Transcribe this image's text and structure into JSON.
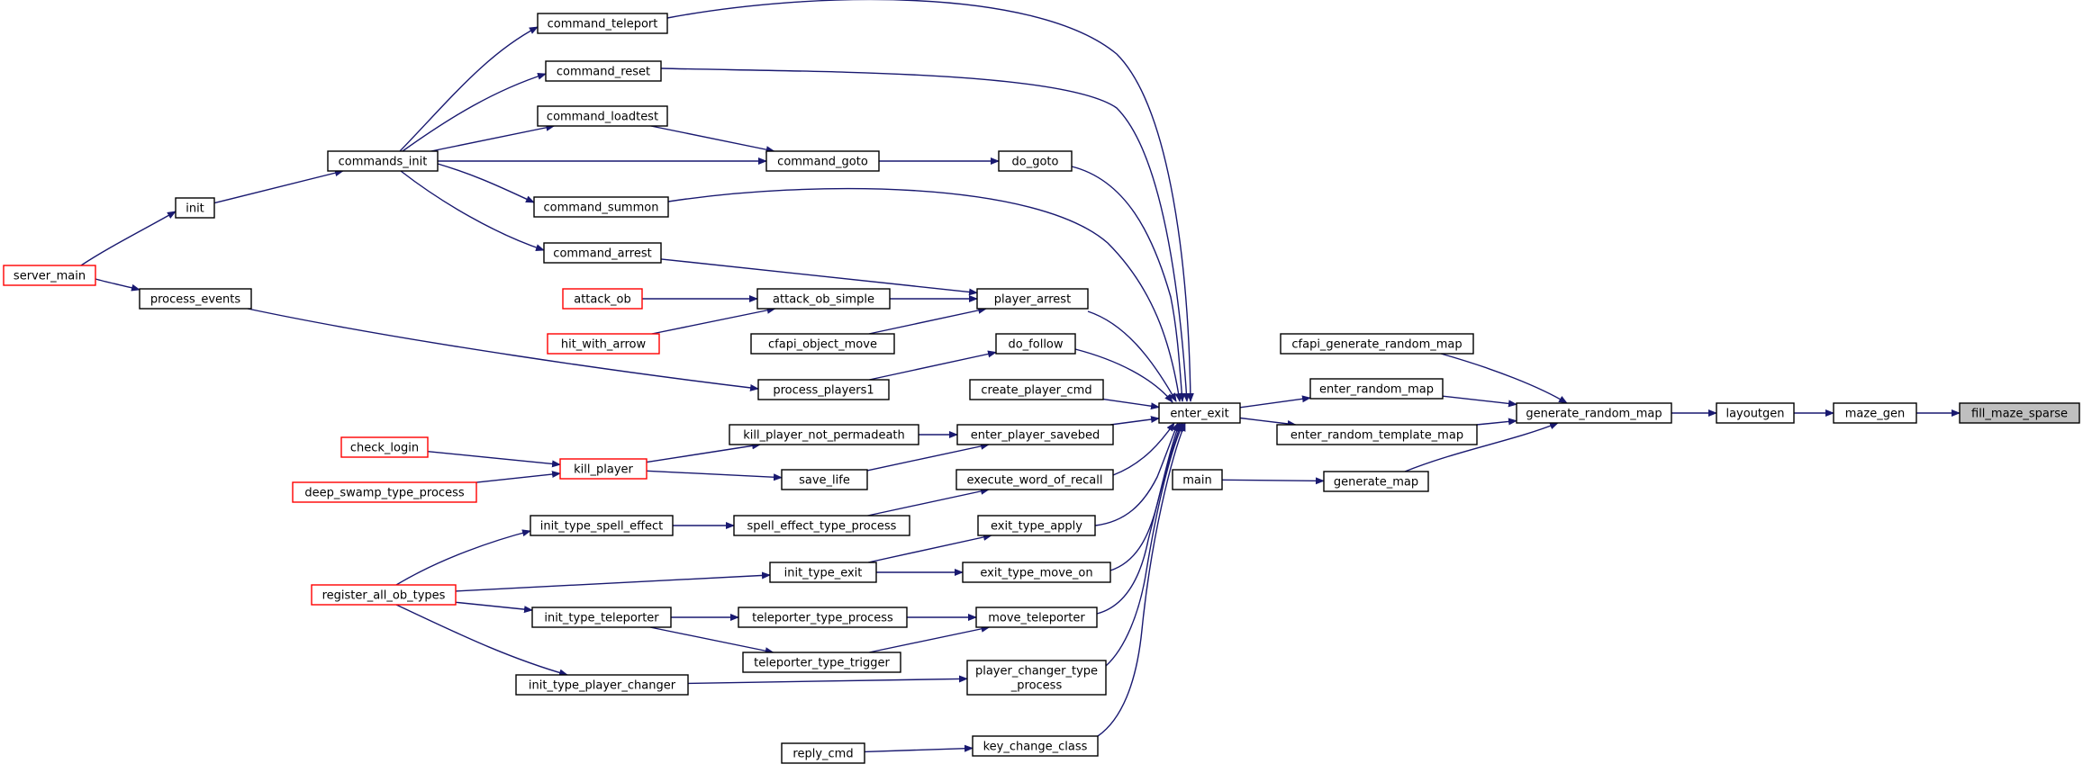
{
  "colors": {
    "edge": "#191970",
    "border": "#000000",
    "truncated_border": "#ff0000",
    "highlight_fill": "#bfbfbf"
  },
  "nodes": [
    {
      "id": "command_teleport",
      "lines": [
        "command_teleport"
      ]
    },
    {
      "id": "command_reset",
      "lines": [
        "command_reset"
      ]
    },
    {
      "id": "command_loadtest",
      "lines": [
        "command_loadtest"
      ]
    },
    {
      "id": "commands_init",
      "lines": [
        "commands_init"
      ]
    },
    {
      "id": "command_goto",
      "lines": [
        "command_goto"
      ]
    },
    {
      "id": "do_goto",
      "lines": [
        "do_goto"
      ]
    },
    {
      "id": "init",
      "lines": [
        "init"
      ]
    },
    {
      "id": "command_summon",
      "lines": [
        "command_summon"
      ]
    },
    {
      "id": "command_arrest",
      "lines": [
        "command_arrest"
      ]
    },
    {
      "id": "server_main",
      "lines": [
        "server_main"
      ],
      "red": true
    },
    {
      "id": "process_events",
      "lines": [
        "process_events"
      ]
    },
    {
      "id": "attack_ob",
      "lines": [
        "attack_ob"
      ],
      "red": true
    },
    {
      "id": "attack_ob_simple",
      "lines": [
        "attack_ob_simple"
      ]
    },
    {
      "id": "player_arrest",
      "lines": [
        "player_arrest"
      ]
    },
    {
      "id": "hit_with_arrow",
      "lines": [
        "hit_with_arrow"
      ],
      "red": true
    },
    {
      "id": "cfapi_object_move",
      "lines": [
        "cfapi_object_move"
      ]
    },
    {
      "id": "do_follow",
      "lines": [
        "do_follow"
      ]
    },
    {
      "id": "cfapi_generate_random_map",
      "lines": [
        "cfapi_generate_random_map"
      ]
    },
    {
      "id": "process_players1",
      "lines": [
        "process_players1"
      ]
    },
    {
      "id": "enter_random_map",
      "lines": [
        "enter_random_map"
      ]
    },
    {
      "id": "create_player_cmd",
      "lines": [
        "create_player_cmd"
      ]
    },
    {
      "id": "enter_exit",
      "lines": [
        "enter_exit"
      ]
    },
    {
      "id": "generate_random_map",
      "lines": [
        "generate_random_map"
      ]
    },
    {
      "id": "layoutgen",
      "lines": [
        "layoutgen"
      ]
    },
    {
      "id": "maze_gen",
      "lines": [
        "maze_gen"
      ]
    },
    {
      "id": "fill_maze_sparse",
      "lines": [
        "fill_maze_sparse"
      ],
      "highlight": true
    },
    {
      "id": "kill_player_not_permadeath",
      "lines": [
        "kill_player_not_permadeath"
      ]
    },
    {
      "id": "enter_player_savebed",
      "lines": [
        "enter_player_savebed"
      ]
    },
    {
      "id": "enter_random_template_map",
      "lines": [
        "enter_random_template_map"
      ]
    },
    {
      "id": "check_login",
      "lines": [
        "check_login"
      ],
      "red": true
    },
    {
      "id": "kill_player",
      "lines": [
        "kill_player"
      ],
      "red": true
    },
    {
      "id": "save_life",
      "lines": [
        "save_life"
      ]
    },
    {
      "id": "execute_word_of_recall",
      "lines": [
        "execute_word_of_recall"
      ]
    },
    {
      "id": "main",
      "lines": [
        "main"
      ]
    },
    {
      "id": "generate_map",
      "lines": [
        "generate_map"
      ]
    },
    {
      "id": "deep_swamp_type_process",
      "lines": [
        "deep_swamp_type_process"
      ],
      "red": true
    },
    {
      "id": "init_type_spell_effect",
      "lines": [
        "init_type_spell_effect"
      ]
    },
    {
      "id": "spell_effect_type_process",
      "lines": [
        "spell_effect_type_process"
      ]
    },
    {
      "id": "exit_type_apply",
      "lines": [
        "exit_type_apply"
      ]
    },
    {
      "id": "init_type_exit",
      "lines": [
        "init_type_exit"
      ]
    },
    {
      "id": "exit_type_move_on",
      "lines": [
        "exit_type_move_on"
      ]
    },
    {
      "id": "register_all_ob_types",
      "lines": [
        "register_all_ob_types"
      ],
      "red": true
    },
    {
      "id": "init_type_teleporter",
      "lines": [
        "init_type_teleporter"
      ]
    },
    {
      "id": "teleporter_type_process",
      "lines": [
        "teleporter_type_process"
      ]
    },
    {
      "id": "move_teleporter",
      "lines": [
        "move_teleporter"
      ]
    },
    {
      "id": "teleporter_type_trigger",
      "lines": [
        "teleporter_type_trigger"
      ]
    },
    {
      "id": "init_type_player_changer",
      "lines": [
        "init_type_player_changer"
      ]
    },
    {
      "id": "player_changer_type_process",
      "lines": [
        "player_changer_type",
        "_process"
      ]
    },
    {
      "id": "reply_cmd",
      "lines": [
        "reply_cmd"
      ]
    },
    {
      "id": "key_change_class",
      "lines": [
        "key_change_class"
      ]
    }
  ],
  "edges": [
    [
      "maze_gen",
      "fill_maze_sparse"
    ],
    [
      "layoutgen",
      "maze_gen"
    ],
    [
      "generate_random_map",
      "layoutgen"
    ],
    [
      "cfapi_generate_random_map",
      "generate_random_map"
    ],
    [
      "enter_random_map",
      "generate_random_map"
    ],
    [
      "enter_random_template_map",
      "generate_random_map"
    ],
    [
      "generate_map",
      "generate_random_map"
    ],
    [
      "main",
      "generate_map"
    ],
    [
      "enter_exit",
      "enter_random_map"
    ],
    [
      "enter_exit",
      "enter_random_template_map"
    ],
    [
      "command_teleport",
      "enter_exit"
    ],
    [
      "command_reset",
      "enter_exit"
    ],
    [
      "do_goto",
      "enter_exit"
    ],
    [
      "command_summon",
      "enter_exit"
    ],
    [
      "player_arrest",
      "enter_exit"
    ],
    [
      "do_follow",
      "enter_exit"
    ],
    [
      "create_player_cmd",
      "enter_exit"
    ],
    [
      "enter_player_savebed",
      "enter_exit"
    ],
    [
      "execute_word_of_recall",
      "enter_exit"
    ],
    [
      "exit_type_apply",
      "enter_exit"
    ],
    [
      "exit_type_move_on",
      "enter_exit"
    ],
    [
      "move_teleporter",
      "enter_exit"
    ],
    [
      "player_changer_type_process",
      "enter_exit"
    ],
    [
      "key_change_class",
      "enter_exit"
    ],
    [
      "commands_init",
      "command_teleport"
    ],
    [
      "commands_init",
      "command_reset"
    ],
    [
      "commands_init",
      "command_loadtest"
    ],
    [
      "commands_init",
      "command_goto"
    ],
    [
      "commands_init",
      "command_summon"
    ],
    [
      "commands_init",
      "command_arrest"
    ],
    [
      "command_loadtest",
      "command_goto"
    ],
    [
      "command_goto",
      "do_goto"
    ],
    [
      "init",
      "commands_init"
    ],
    [
      "server_main",
      "init"
    ],
    [
      "server_main",
      "process_events"
    ],
    [
      "process_events",
      "process_players1"
    ],
    [
      "process_players1",
      "do_follow"
    ],
    [
      "command_arrest",
      "player_arrest"
    ],
    [
      "attack_ob_simple",
      "player_arrest"
    ],
    [
      "cfapi_object_move",
      "player_arrest"
    ],
    [
      "attack_ob",
      "attack_ob_simple"
    ],
    [
      "hit_with_arrow",
      "attack_ob_simple"
    ],
    [
      "kill_player_not_permadeath",
      "enter_player_savebed"
    ],
    [
      "save_life",
      "enter_player_savebed"
    ],
    [
      "kill_player",
      "kill_player_not_permadeath"
    ],
    [
      "kill_player",
      "save_life"
    ],
    [
      "check_login",
      "kill_player"
    ],
    [
      "deep_swamp_type_process",
      "kill_player"
    ],
    [
      "spell_effect_type_process",
      "execute_word_of_recall"
    ],
    [
      "init_type_spell_effect",
      "spell_effect_type_process"
    ],
    [
      "register_all_ob_types",
      "init_type_spell_effect"
    ],
    [
      "init_type_exit",
      "exit_type_apply"
    ],
    [
      "init_type_exit",
      "exit_type_move_on"
    ],
    [
      "register_all_ob_types",
      "init_type_exit"
    ],
    [
      "register_all_ob_types",
      "init_type_teleporter"
    ],
    [
      "register_all_ob_types",
      "init_type_player_changer"
    ],
    [
      "init_type_teleporter",
      "teleporter_type_process"
    ],
    [
      "init_type_teleporter",
      "teleporter_type_trigger"
    ],
    [
      "teleporter_type_process",
      "move_teleporter"
    ],
    [
      "teleporter_type_trigger",
      "move_teleporter"
    ],
    [
      "init_type_player_changer",
      "player_changer_type_process"
    ],
    [
      "reply_cmd",
      "key_change_class"
    ]
  ]
}
